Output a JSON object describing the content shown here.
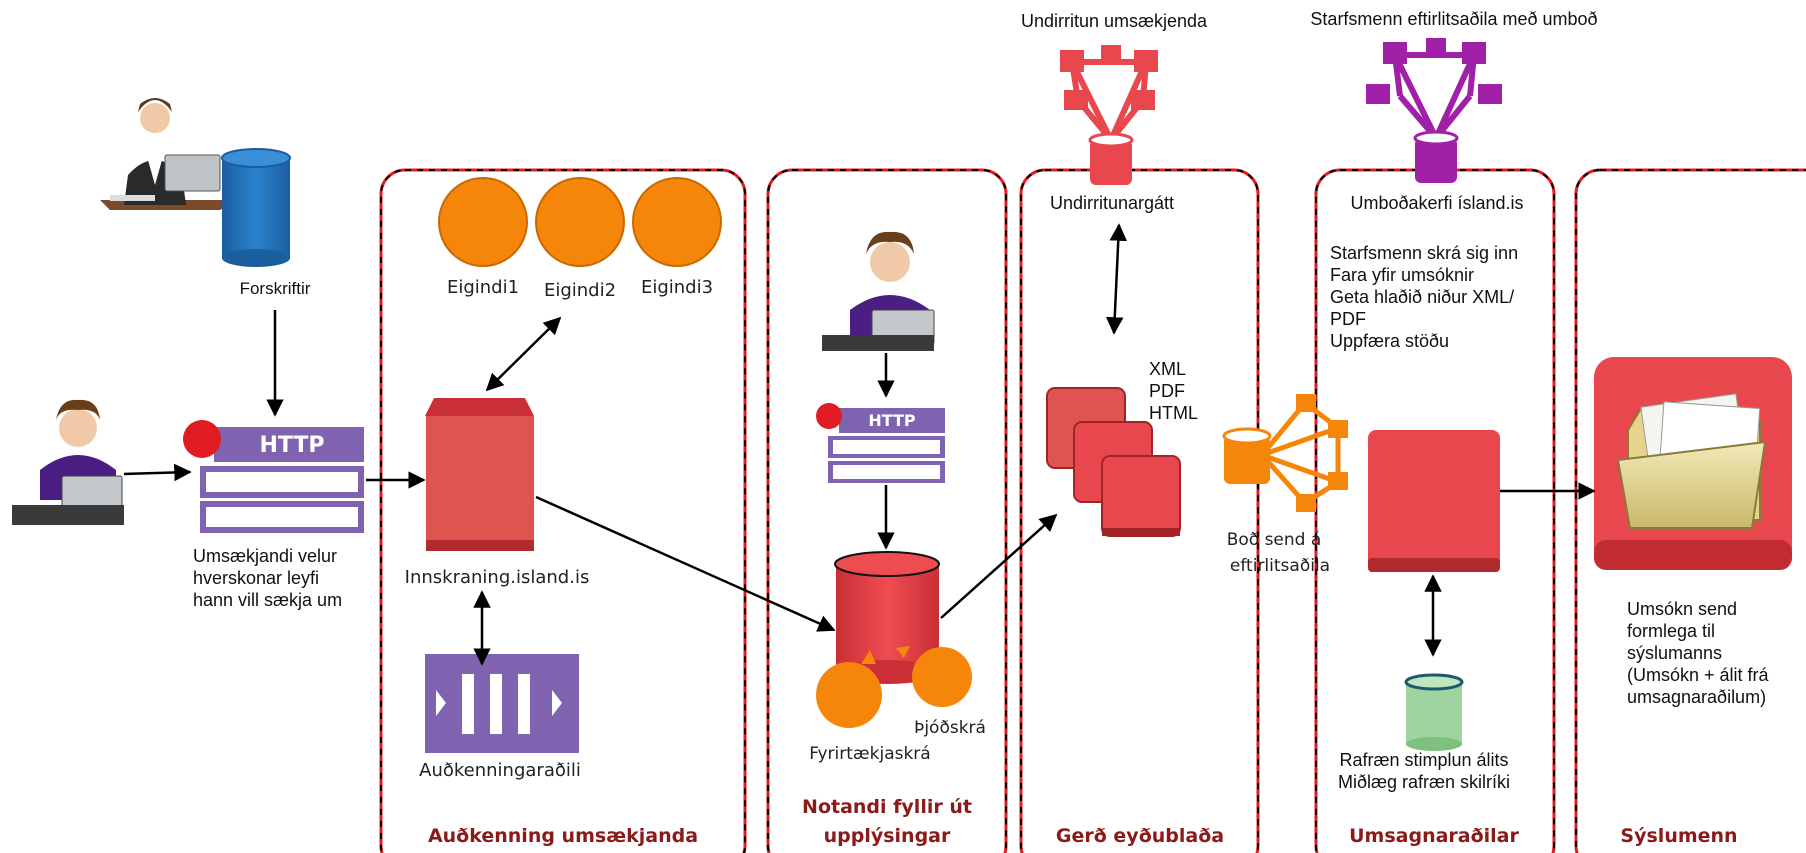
{
  "top_labels": {
    "signing_users": "Undirritun umsækjenda",
    "supervisor_staff": "Starfsmenn eftirlitsaðila með umboð"
  },
  "left": {
    "regulations": "Forskriftir",
    "applicant_desc": [
      "Umsækjandi velur",
      "hverskonar leyfi",
      "hann vill sækja um"
    ],
    "http_label": "HTTP"
  },
  "lanes": [
    {
      "title": [
        "Auðkenning umsækjanda"
      ]
    },
    {
      "title": [
        "Notandi fyllir út",
        "upplýsingar"
      ]
    },
    {
      "title": [
        "Gerð eyðublaða"
      ]
    },
    {
      "title": [
        "Umsagnaraðilar"
      ]
    },
    {
      "title": [
        "Sýslumenn"
      ]
    }
  ],
  "auth_lane": {
    "attributes": [
      "Eigindi1",
      "Eigindi2",
      "Eigindi3"
    ],
    "login_service": "Innskraning.island.is",
    "id_provider": "Auðkenningaraðili"
  },
  "fill_lane": {
    "http_label": "HTTP",
    "national_registry": "Þjóðskrá",
    "company_registry": "Fyrirtækjaskrá"
  },
  "forms_lane": {
    "signing_portal": "Undirritunargátt",
    "formats": [
      "XML",
      "PDF",
      "HTML"
    ],
    "dispatch": [
      "Boð send á",
      "eftirlitsaðila"
    ]
  },
  "reviewers_lane": {
    "mandate_system": "Umboðakerfi ísland.is",
    "steps": [
      "Starfsmenn skrá sig inn",
      "Fara yfir umsóknir",
      "Geta hlaðið niður XML/",
      "PDF",
      "Uppfæra stöðu"
    ],
    "stamp": [
      "Rafræn stimplun álits",
      "Miðlæg rafræn skilríki"
    ]
  },
  "sheriff_lane": {
    "result": [
      "Umsókn send",
      "formlega til",
      "sýslumanns",
      "(Umsókn + álit frá",
      "umsagnaraðilum)"
    ]
  },
  "colors": {
    "lane_border": "#e11b22",
    "lane_title": "#8b1a1a",
    "red_service": "#e8474d",
    "orange": "#f5860a",
    "purple": "#7f63b0",
    "magenta": "#a021a8",
    "blue_db": "#1f6fb8",
    "green_db": "#9fd49f"
  }
}
